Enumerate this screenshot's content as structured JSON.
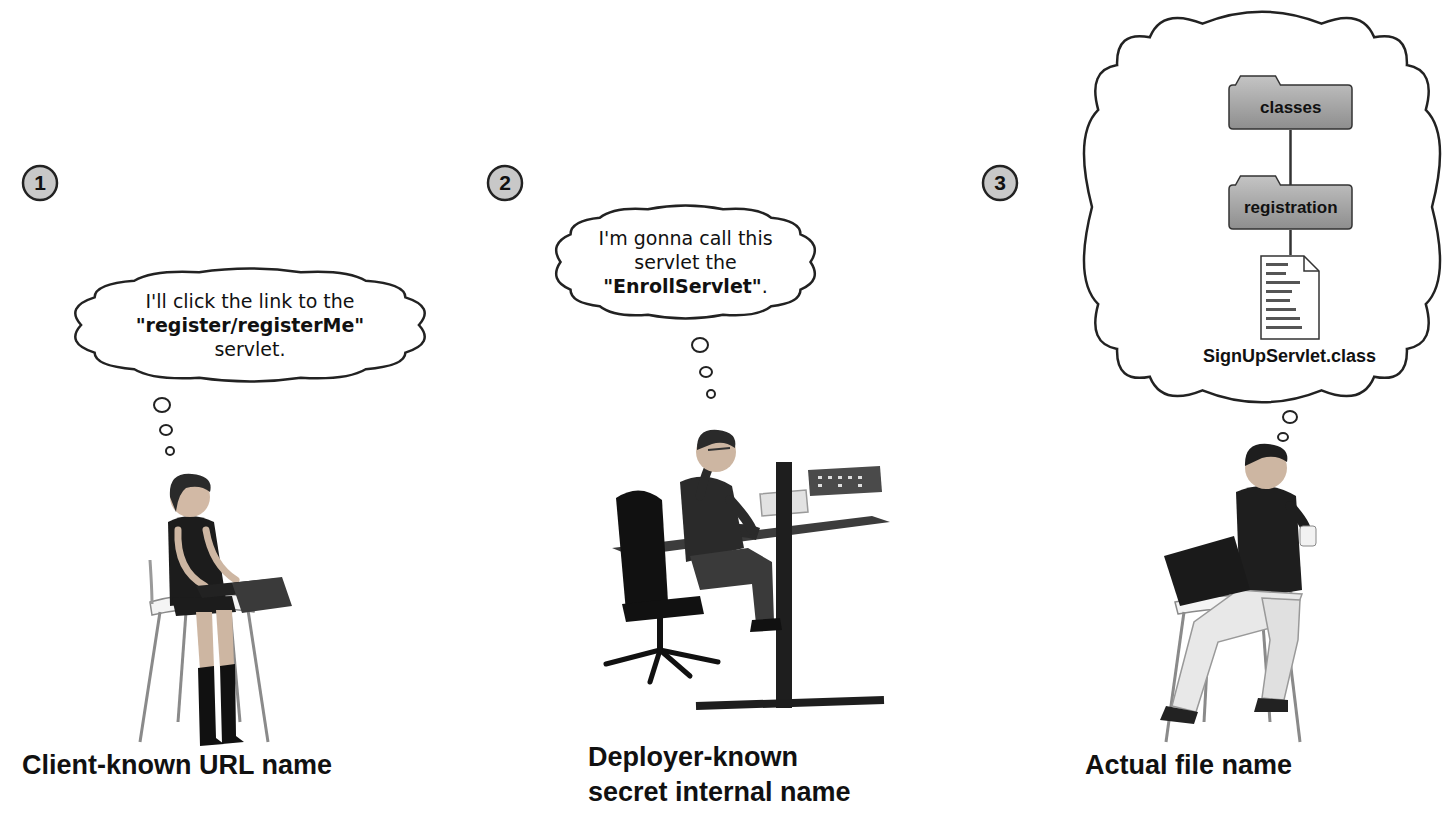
{
  "diagram": {
    "nodes": [
      {
        "text": [
          "I'll click the link to the \"register/registerMe\" servlet."
        ]
      },
      {
        "text": [
          "I'm gonna call this servlet the \"EnrollServlet\"."
        ]
      },
      {
        "text": [
          "classes"
        ]
      },
      {
        "text": [
          "registration"
        ]
      },
      {
        "text": [
          "SignUpServlet.class"
        ]
      }
    ],
    "edges": [
      {
        "from": 2,
        "to": 3,
        "arrow": "none"
      },
      {
        "from": 3,
        "to": 4,
        "arrow": "none"
      }
    ],
    "labels": [
      "1",
      "Client-known URL name",
      "2",
      "Deployer-known secret internal name",
      "3",
      "Actual file name"
    ]
  }
}
